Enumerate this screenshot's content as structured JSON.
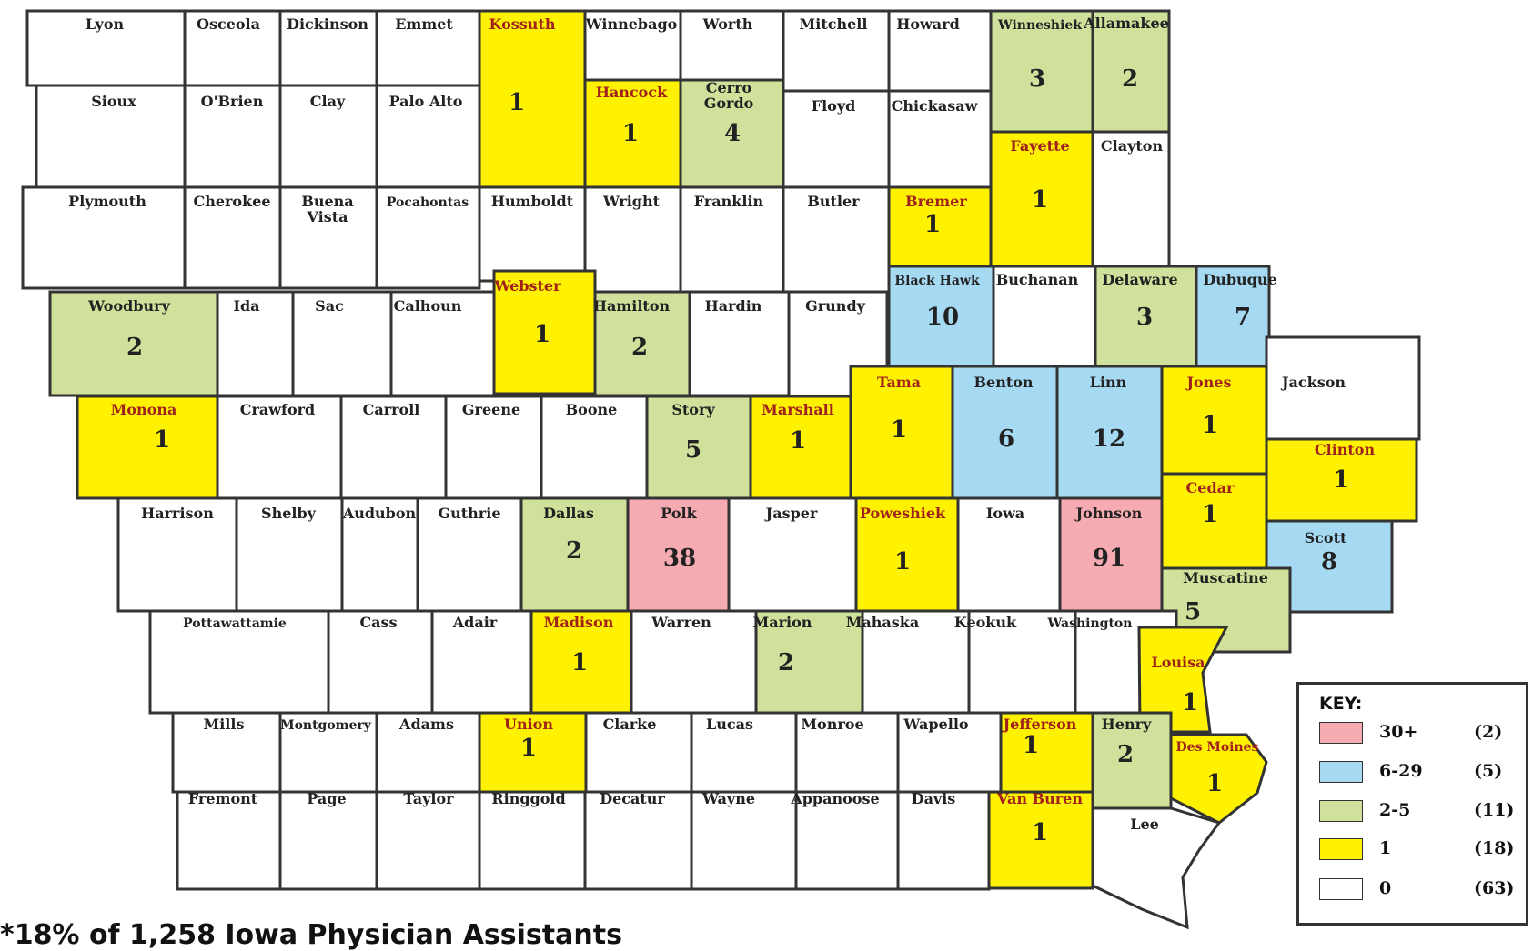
{
  "colors": {
    "c30plus": "#f6aab1",
    "c6to29": "#a6d9f2",
    "c2to5": "#cfe19a",
    "c1": "#fff200",
    "c0": "#ffffff",
    "border": "#333333"
  },
  "key": {
    "title": "KEY:",
    "rows": [
      {
        "label": "30+",
        "count": "(2)",
        "color": "#f6aab1"
      },
      {
        "label": "6-29",
        "count": "(5)",
        "color": "#a6d9f2"
      },
      {
        "label": "2-5",
        "count": "(11)",
        "color": "#cfe19a"
      },
      {
        "label": "1",
        "count": "(18)",
        "color": "#fff200"
      },
      {
        "label": "0",
        "count": "(63)",
        "color": "#ffffff"
      }
    ]
  },
  "footnote": "*18% of 1,258 Iowa Physician Assistants",
  "counties": [
    {
      "name": "Lyon",
      "value": 0
    },
    {
      "name": "Osceola",
      "value": 0
    },
    {
      "name": "Dickinson",
      "value": 0
    },
    {
      "name": "Emmet",
      "value": 0
    },
    {
      "name": "Kossuth",
      "value": 1
    },
    {
      "name": "Winnebago",
      "value": 0
    },
    {
      "name": "Worth",
      "value": 0
    },
    {
      "name": "Mitchell",
      "value": 0
    },
    {
      "name": "Howard",
      "value": 0
    },
    {
      "name": "Winneshiek",
      "value": 3
    },
    {
      "name": "Allamakee",
      "value": 2
    },
    {
      "name": "Sioux",
      "value": 0
    },
    {
      "name": "O'Brien",
      "value": 0
    },
    {
      "name": "Clay",
      "value": 0
    },
    {
      "name": "Palo Alto",
      "value": 0
    },
    {
      "name": "Hancock",
      "value": 1
    },
    {
      "name": "Cerro Gordo",
      "value": 4
    },
    {
      "name": "Floyd",
      "value": 0
    },
    {
      "name": "Chickasaw",
      "value": 0
    },
    {
      "name": "Fayette",
      "value": 1
    },
    {
      "name": "Clayton",
      "value": 0
    },
    {
      "name": "Plymouth",
      "value": 0
    },
    {
      "name": "Cherokee",
      "value": 0
    },
    {
      "name": "Buena Vista",
      "value": 0
    },
    {
      "name": "Pocahontas",
      "value": 0
    },
    {
      "name": "Humboldt",
      "value": 0
    },
    {
      "name": "Wright",
      "value": 0
    },
    {
      "name": "Franklin",
      "value": 0
    },
    {
      "name": "Butler",
      "value": 0
    },
    {
      "name": "Bremer",
      "value": 1
    },
    {
      "name": "Woodbury",
      "value": 2
    },
    {
      "name": "Ida",
      "value": 0
    },
    {
      "name": "Sac",
      "value": 0
    },
    {
      "name": "Calhoun",
      "value": 0
    },
    {
      "name": "Webster",
      "value": 1
    },
    {
      "name": "Hamilton",
      "value": 2
    },
    {
      "name": "Hardin",
      "value": 0
    },
    {
      "name": "Grundy",
      "value": 0
    },
    {
      "name": "Black Hawk",
      "value": 10
    },
    {
      "name": "Buchanan",
      "value": 0
    },
    {
      "name": "Delaware",
      "value": 3
    },
    {
      "name": "Dubuque",
      "value": 7
    },
    {
      "name": "Monona",
      "value": 1
    },
    {
      "name": "Crawford",
      "value": 0
    },
    {
      "name": "Carroll",
      "value": 0
    },
    {
      "name": "Greene",
      "value": 0
    },
    {
      "name": "Boone",
      "value": 0
    },
    {
      "name": "Story",
      "value": 5
    },
    {
      "name": "Marshall",
      "value": 1
    },
    {
      "name": "Tama",
      "value": 1
    },
    {
      "name": "Benton",
      "value": 6
    },
    {
      "name": "Linn",
      "value": 12
    },
    {
      "name": "Jones",
      "value": 1
    },
    {
      "name": "Jackson",
      "value": 0
    },
    {
      "name": "Clinton",
      "value": 1
    },
    {
      "name": "Cedar",
      "value": 1
    },
    {
      "name": "Harrison",
      "value": 0
    },
    {
      "name": "Shelby",
      "value": 0
    },
    {
      "name": "Audubon",
      "value": 0
    },
    {
      "name": "Guthrie",
      "value": 0
    },
    {
      "name": "Dallas",
      "value": 2
    },
    {
      "name": "Polk",
      "value": 38
    },
    {
      "name": "Jasper",
      "value": 0
    },
    {
      "name": "Poweshiek",
      "value": 1
    },
    {
      "name": "Iowa",
      "value": 0
    },
    {
      "name": "Johnson",
      "value": 91
    },
    {
      "name": "Scott",
      "value": 8
    },
    {
      "name": "Muscatine",
      "value": 5
    },
    {
      "name": "Pottawattamie",
      "value": 0
    },
    {
      "name": "Cass",
      "value": 0
    },
    {
      "name": "Adair",
      "value": 0
    },
    {
      "name": "Madison",
      "value": 1
    },
    {
      "name": "Warren",
      "value": 0
    },
    {
      "name": "Marion",
      "value": 2
    },
    {
      "name": "Mahaska",
      "value": 0
    },
    {
      "name": "Keokuk",
      "value": 0
    },
    {
      "name": "Washington",
      "value": 0
    },
    {
      "name": "Louisa",
      "value": 1
    },
    {
      "name": "Mills",
      "value": 0
    },
    {
      "name": "Montgomery",
      "value": 0
    },
    {
      "name": "Adams",
      "value": 0
    },
    {
      "name": "Union",
      "value": 1
    },
    {
      "name": "Clarke",
      "value": 0
    },
    {
      "name": "Lucas",
      "value": 0
    },
    {
      "name": "Monroe",
      "value": 0
    },
    {
      "name": "Wapello",
      "value": 0
    },
    {
      "name": "Jefferson",
      "value": 1
    },
    {
      "name": "Henry",
      "value": 2
    },
    {
      "name": "Des Moines",
      "value": 1
    },
    {
      "name": "Fremont",
      "value": 0
    },
    {
      "name": "Page",
      "value": 0
    },
    {
      "name": "Taylor",
      "value": 0
    },
    {
      "name": "Ringgold",
      "value": 0
    },
    {
      "name": "Decatur",
      "value": 0
    },
    {
      "name": "Wayne",
      "value": 0
    },
    {
      "name": "Appanoose",
      "value": 0
    },
    {
      "name": "Davis",
      "value": 0
    },
    {
      "name": "Van Buren",
      "value": 1
    },
    {
      "name": "Lee",
      "value": 0
    }
  ]
}
